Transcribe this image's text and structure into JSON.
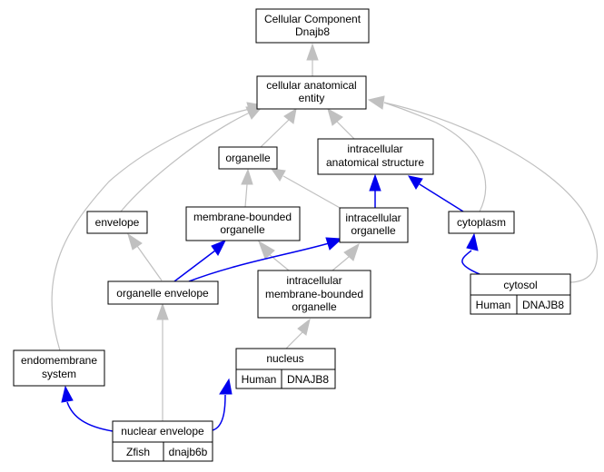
{
  "nodes": {
    "cellular_component": {
      "lines": [
        "Cellular Component",
        "Dnajb8"
      ]
    },
    "cellular_anatomical_entity": {
      "lines": [
        "cellular anatomical",
        "entity"
      ]
    },
    "organelle": {
      "lines": [
        "organelle"
      ]
    },
    "intracellular_anatomical_structure": {
      "lines": [
        "intracellular",
        "anatomical structure"
      ]
    },
    "envelope": {
      "lines": [
        "envelope"
      ]
    },
    "membrane_bounded_organelle": {
      "lines": [
        "membrane-bounded",
        "organelle"
      ]
    },
    "intracellular_organelle": {
      "lines": [
        "intracellular",
        "organelle"
      ]
    },
    "cytoplasm": {
      "lines": [
        "cytoplasm"
      ]
    },
    "organelle_envelope": {
      "lines": [
        "organelle envelope"
      ]
    },
    "intracellular_membrane_bounded_organelle": {
      "lines": [
        "intracellular",
        "membrane-bounded",
        "organelle"
      ]
    },
    "cytosol": {
      "lines": [
        "cytosol"
      ],
      "species": "Human",
      "gene": "DNAJB8"
    },
    "nucleus": {
      "lines": [
        "nucleus"
      ],
      "species": "Human",
      "gene": "DNAJB8"
    },
    "endomembrane_system": {
      "lines": [
        "endomembrane",
        "system"
      ]
    },
    "nuclear_envelope": {
      "lines": [
        "nuclear envelope"
      ],
      "species": "Zfish",
      "gene": "dnajb6b"
    }
  },
  "colors": {
    "human_annotation": "#ff6347",
    "zfish_annotation": "#6495ed",
    "is_a_edge": "#c0c0c0",
    "part_of_edge": "#0000ee"
  }
}
